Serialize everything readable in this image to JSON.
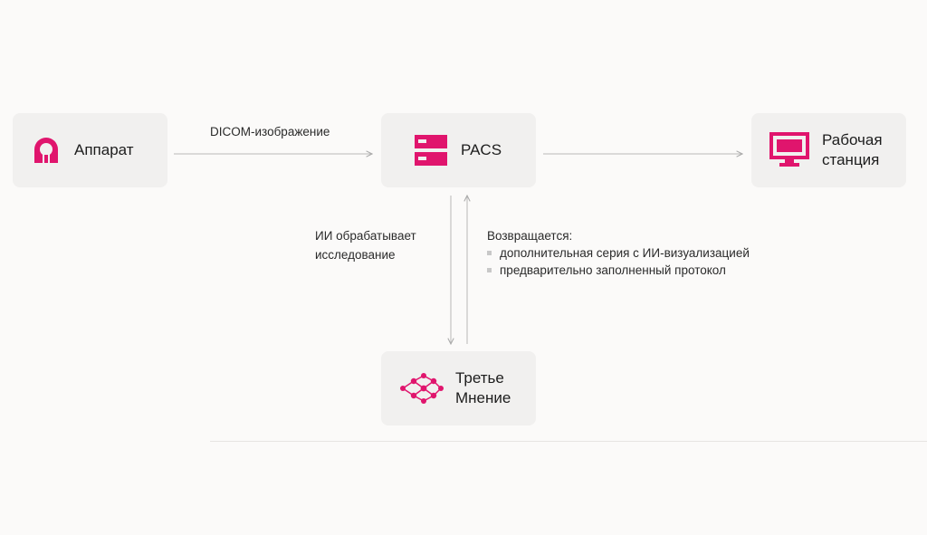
{
  "nodes": {
    "device": {
      "lines": [
        "Аппарат"
      ]
    },
    "pacs": {
      "lines": [
        "PACS"
      ]
    },
    "workstation": {
      "lines": [
        "Рабочая",
        "станция"
      ]
    },
    "third_opinion": {
      "lines": [
        "Третье",
        "Мнение"
      ]
    }
  },
  "edges": {
    "dicom_label": "DICOM-изображение",
    "ai_label": [
      "ИИ обрабатывает",
      "исследование"
    ],
    "returns_label": "Возвращается:",
    "returns_items": [
      "дополнительная серия с ИИ-визуализацией",
      "предварительно заполненный протокол"
    ]
  },
  "colors": {
    "accent": "#e0156d",
    "arrow": "#a9a9a9",
    "card": "#f1f0ef",
    "background": "#fbfaf9"
  },
  "icons": {
    "device": "mri-scanner-icon",
    "pacs": "server-icon",
    "workstation": "monitor-icon",
    "third_opinion": "neural-network-icon"
  }
}
